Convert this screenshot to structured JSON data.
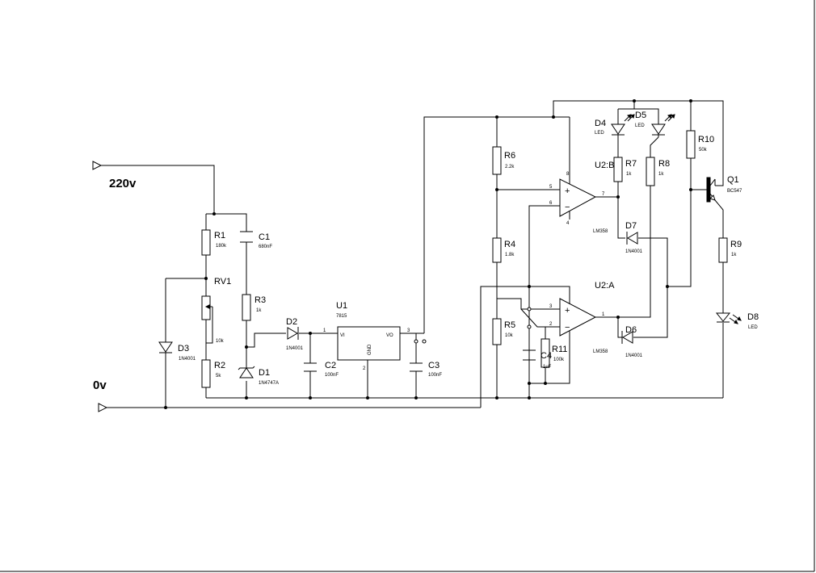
{
  "terminals": {
    "ac_in": "220v",
    "ground": "0v"
  },
  "components": {
    "R1": {
      "ref": "R1",
      "value": "180k"
    },
    "R2": {
      "ref": "R2",
      "value": "5k"
    },
    "R3": {
      "ref": "R3",
      "value": "1k"
    },
    "R4": {
      "ref": "R4",
      "value": "1.8k"
    },
    "R5": {
      "ref": "R5",
      "value": "10k"
    },
    "R6": {
      "ref": "R6",
      "value": "2.2k"
    },
    "R7": {
      "ref": "R7",
      "value": "1k"
    },
    "R8": {
      "ref": "R8",
      "value": "1k"
    },
    "R9": {
      "ref": "R9",
      "value": "1k"
    },
    "R10": {
      "ref": "R10",
      "value": "50k"
    },
    "R11": {
      "ref": "R11",
      "value": "100k"
    },
    "RV1": {
      "ref": "RV1",
      "value": "10k"
    },
    "C1": {
      "ref": "C1",
      "value": "680nF"
    },
    "C2": {
      "ref": "C2",
      "value": "100nF"
    },
    "C3": {
      "ref": "C3",
      "value": "100nF"
    },
    "C4": {
      "ref": "C4",
      "value": "1uF"
    },
    "D1": {
      "ref": "D1",
      "value": "1N4747A"
    },
    "D2": {
      "ref": "D2",
      "value": "1N4001"
    },
    "D3": {
      "ref": "D3",
      "value": "1N4001"
    },
    "D4": {
      "ref": "D4",
      "value": "LED"
    },
    "D5": {
      "ref": "D5",
      "value": "LED"
    },
    "D6": {
      "ref": "D6",
      "value": "1N4001"
    },
    "D7": {
      "ref": "D7",
      "value": "1N4001"
    },
    "D8": {
      "ref": "D8",
      "value": "LED"
    },
    "Q1": {
      "ref": "Q1",
      "value": "BC547"
    },
    "U1": {
      "ref": "U1",
      "value": "7815",
      "pin_vi": "VI",
      "pin_vo": "VO",
      "pin_gnd": "GND",
      "pin1": "1",
      "pin2": "2",
      "pin3": "3"
    },
    "U2A": {
      "ref": "U2:A",
      "value": "LM358",
      "in_plus": "+",
      "in_minus": "−",
      "pin_plus": "3",
      "pin_minus": "2",
      "pin_out": "1"
    },
    "U2B": {
      "ref": "U2:B",
      "value": "LM358",
      "in_plus": "+",
      "in_minus": "−",
      "pin_plus": "5",
      "pin_minus": "6",
      "pin_out": "7",
      "pin_vcc": "8",
      "pin_gnd": "4"
    }
  }
}
